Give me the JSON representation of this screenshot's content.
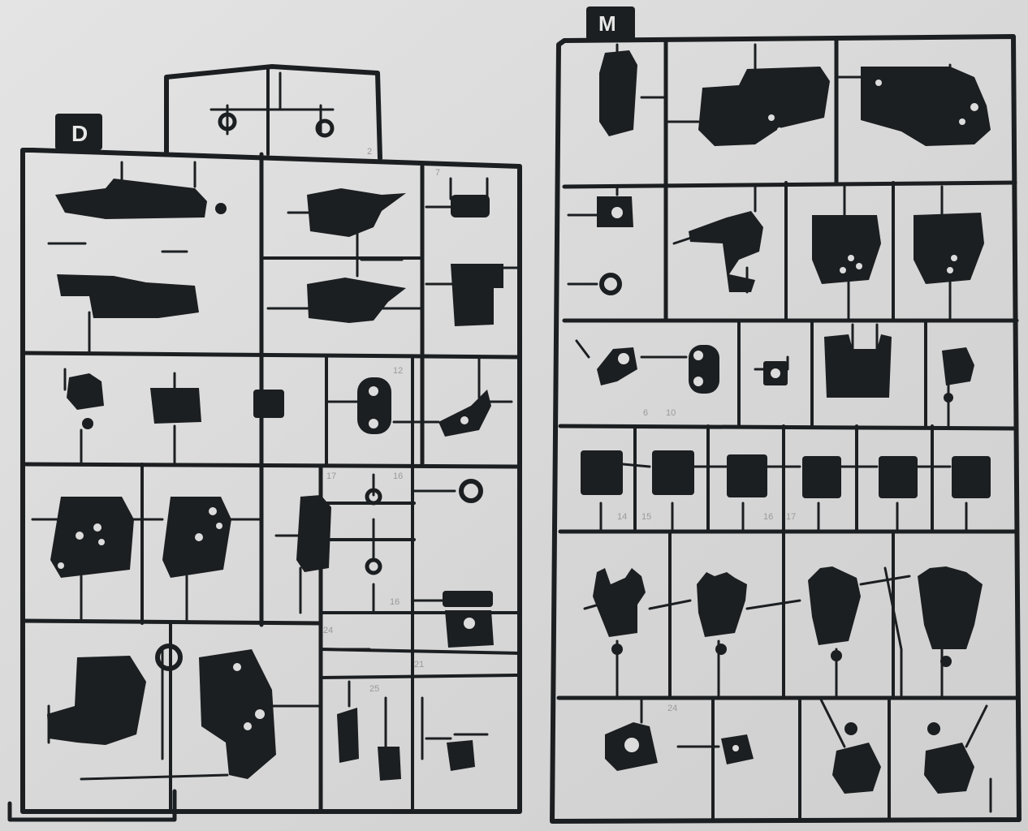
{
  "photo": {
    "background_color": "#dcdcdc",
    "plastic_color": "#1c1f21",
    "highlight_color": "#3a3f43"
  },
  "sprues": [
    {
      "id": "left",
      "tag": "D",
      "part_numbers": [
        "2",
        "7",
        "12",
        "17",
        "16",
        "16",
        "24",
        "25",
        "21"
      ]
    },
    {
      "id": "right",
      "tag": "M",
      "part_numbers": [
        "6",
        "10",
        "14",
        "15",
        "16",
        "17",
        "24"
      ]
    }
  ]
}
